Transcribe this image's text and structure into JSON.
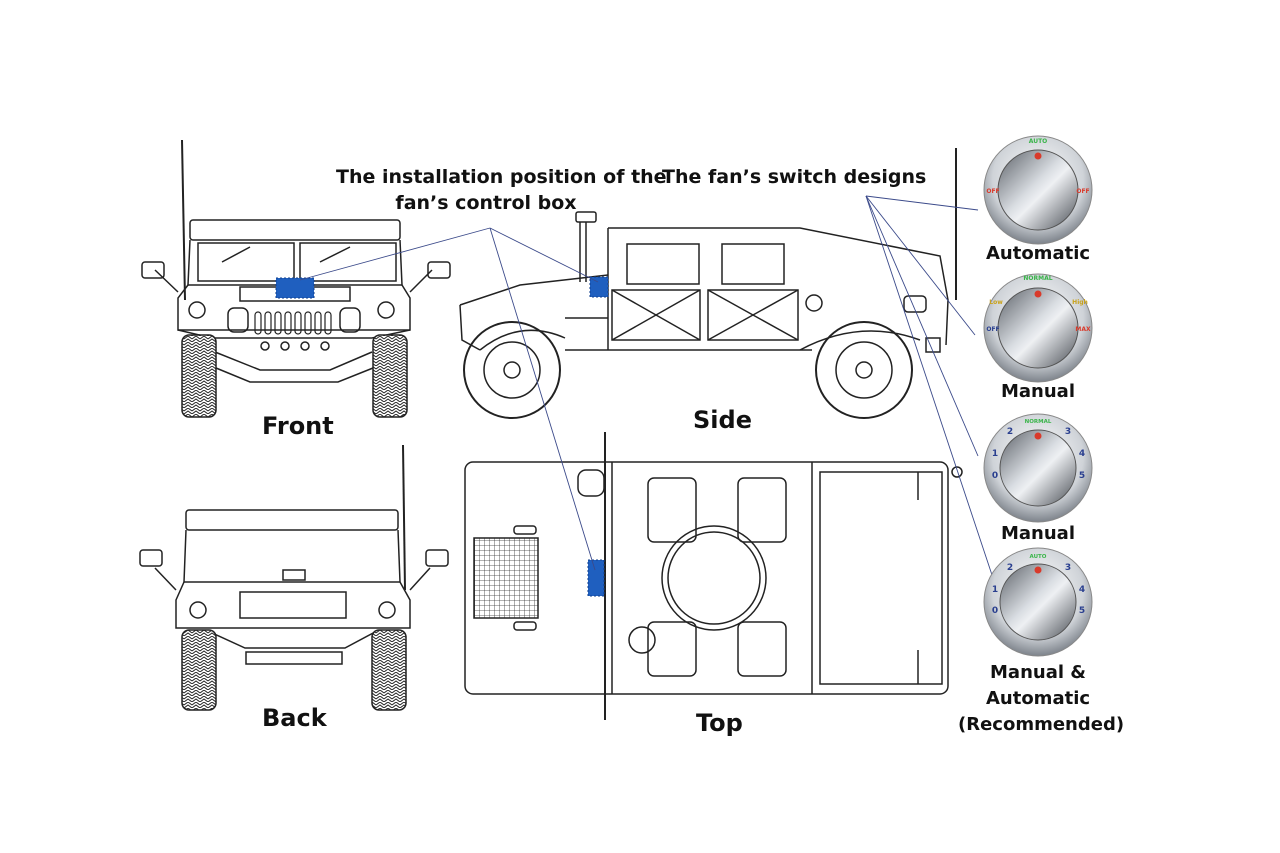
{
  "annotations": {
    "control_box": [
      "The installation position of the",
      "fan’s control box"
    ],
    "switch_designs": "The fan’s switch designs"
  },
  "views": {
    "front": "Front",
    "side": "Side",
    "back": "Back",
    "top": "Top"
  },
  "switches": [
    {
      "name": "Automatic",
      "marks": {
        "top": "AUTO",
        "left": "OFF",
        "right": "OFF"
      }
    },
    {
      "name": "Manual",
      "marks": {
        "top": "NORMAL",
        "upper_left": "Low",
        "upper_right": "High",
        "left": "OFF",
        "right": "MAX"
      }
    },
    {
      "name": "Manual",
      "marks": {
        "top": "NORMAL",
        "numbers": [
          "0",
          "1",
          "2",
          "3",
          "4",
          "5"
        ]
      }
    },
    {
      "name": [
        "Manual &",
        "Automatic",
        "(Recommended)"
      ],
      "marks": {
        "top": "AUTO",
        "numbers": [
          "0",
          "1",
          "2",
          "3",
          "4",
          "5"
        ]
      }
    }
  ],
  "colors": {
    "control_box": "#1f5fbf",
    "mark_green": "#3ab54a",
    "mark_red": "#d93a2b",
    "mark_yellow": "#c9a21a",
    "mark_blue": "#2a3f8f",
    "leader_line": "#3b4a8a"
  }
}
